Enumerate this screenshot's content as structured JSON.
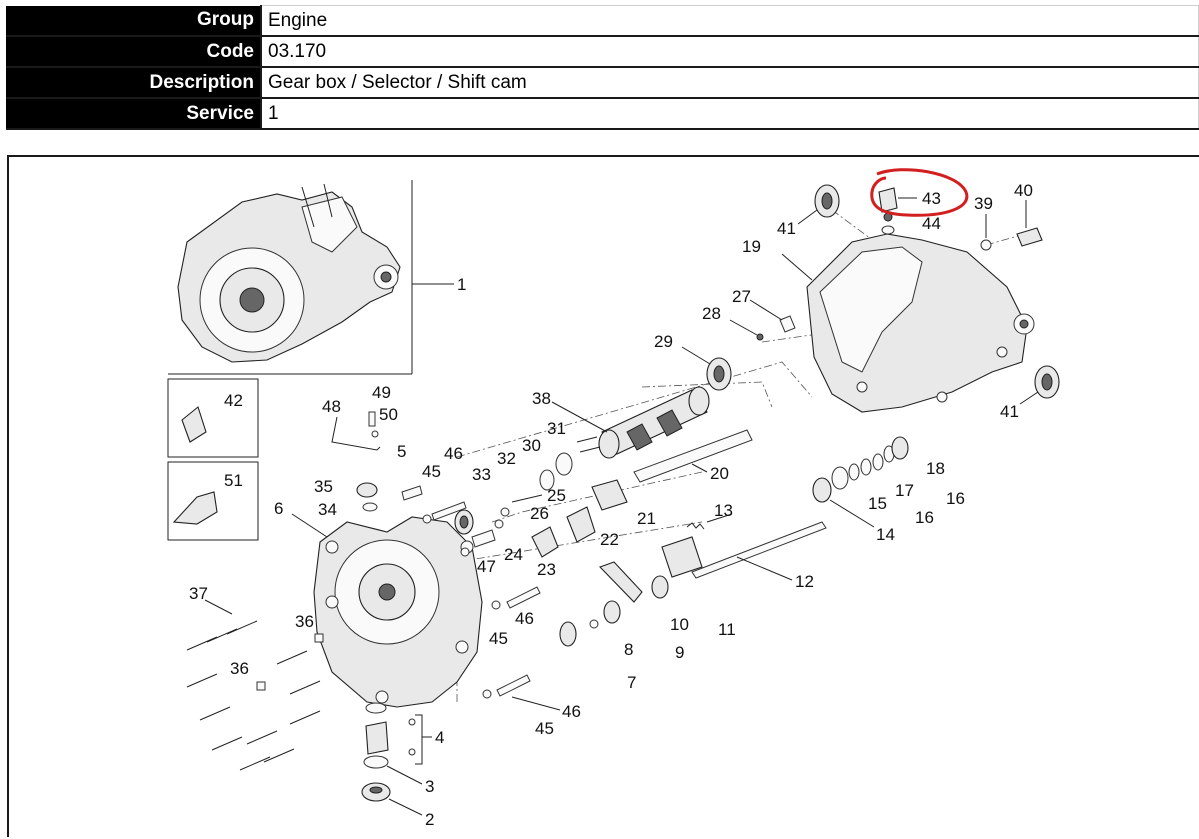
{
  "info_table": [
    {
      "label": "Group",
      "value": "Engine"
    },
    {
      "label": "Code",
      "value": "03.170"
    },
    {
      "label": "Description",
      "value": "Gear box / Selector / Shift cam"
    },
    {
      "label": "Service",
      "value": "1"
    }
  ],
  "diagram": {
    "callouts": {
      "c1": "1",
      "c2": "2",
      "c3": "3",
      "c4": "4",
      "c5": "5",
      "c6": "6",
      "c7": "7",
      "c8": "8",
      "c9": "9",
      "c10": "10",
      "c11": "11",
      "c12": "12",
      "c13": "13",
      "c14": "14",
      "c15": "15",
      "c16a": "16",
      "c16b": "16",
      "c17": "17",
      "c18": "18",
      "c19": "19",
      "c20": "20",
      "c21": "21",
      "c22": "22",
      "c23": "23",
      "c24": "24",
      "c25": "25",
      "c26": "26",
      "c27": "27",
      "c28": "28",
      "c29": "29",
      "c30": "30",
      "c31": "31",
      "c32": "32",
      "c33": "33",
      "c34": "34",
      "c35": "35",
      "c36a": "36",
      "c36b": "36",
      "c37": "37",
      "c38": "38",
      "c39": "39",
      "c40": "40",
      "c41a": "41",
      "c41b": "41",
      "c42": "42",
      "c43": "43",
      "c44": "44",
      "c45a": "45",
      "c45b": "45",
      "c45c": "45",
      "c46a": "46",
      "c46b": "46",
      "c46c": "46",
      "c47": "47",
      "c48": "48",
      "c49": "49",
      "c50": "50",
      "c51": "51"
    },
    "highlight_color": "#d21f1f"
  }
}
